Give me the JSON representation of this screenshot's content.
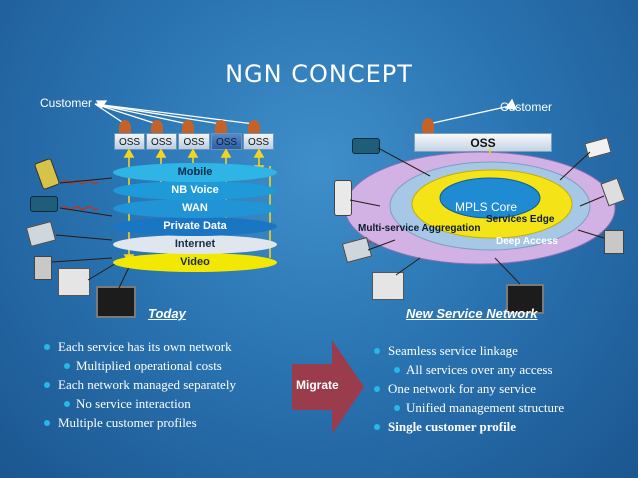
{
  "title": "NGN  CONCEPT",
  "left": {
    "customer_label": "Customer",
    "oss_labels": [
      "OSS",
      "OSS",
      "OSS",
      "OSS",
      "OSS"
    ],
    "layers": [
      {
        "label": "Mobile",
        "bg": "#2fb4e6",
        "fg": "#0b2b4a"
      },
      {
        "label": "NB Voice",
        "bg": "#1f9ad9",
        "fg": "#ffffff"
      },
      {
        "label": "WAN",
        "bg": "#2094d4",
        "fg": "#ffffff"
      },
      {
        "label": "Private Data",
        "bg": "#1a76c2",
        "fg": "#ffffff"
      },
      {
        "label": "Internet",
        "bg": "#dfe6ee",
        "fg": "#1a2f45"
      },
      {
        "label": "Video",
        "bg": "#f3e900",
        "fg": "#1a2f45"
      }
    ],
    "heading": "Today",
    "bullets": [
      {
        "text": "Each service has its own network",
        "level": 1
      },
      {
        "text": "Multiplied operational costs",
        "level": 2
      },
      {
        "text": "Each network managed separately",
        "level": 1
      },
      {
        "text": "No service interaction",
        "level": 2
      },
      {
        "text": "Multiple customer profiles",
        "level": 1
      }
    ]
  },
  "migrate_label": "Migrate",
  "right": {
    "customer_label": "Customer",
    "oss_label": "OSS",
    "mpls_core": "MPLS Core",
    "services_edge": "Services Edge",
    "multi_service": "Multi-service Aggregation",
    "deep_access": "Deep Access",
    "heading": "New Service Network",
    "bullets": [
      {
        "text": "Seamless service linkage",
        "level": 1,
        "bold": false
      },
      {
        "text": "All services over any access",
        "level": 2,
        "bold": false
      },
      {
        "text": "One network for any service",
        "level": 1,
        "bold": false
      },
      {
        "text": "Unified management structure",
        "level": 2,
        "bold": false
      },
      {
        "text": "Single customer profile",
        "level": 1,
        "bold": true
      }
    ]
  },
  "colors": {
    "accent_arrow": "#f5d324",
    "bullet_dot": "#27b7e9",
    "migrate_arrow": "#9b3c4c",
    "ring_outer": "#c9a7df",
    "ring_mid": "#f2e21a",
    "ring_inner": "#1e84d0"
  }
}
